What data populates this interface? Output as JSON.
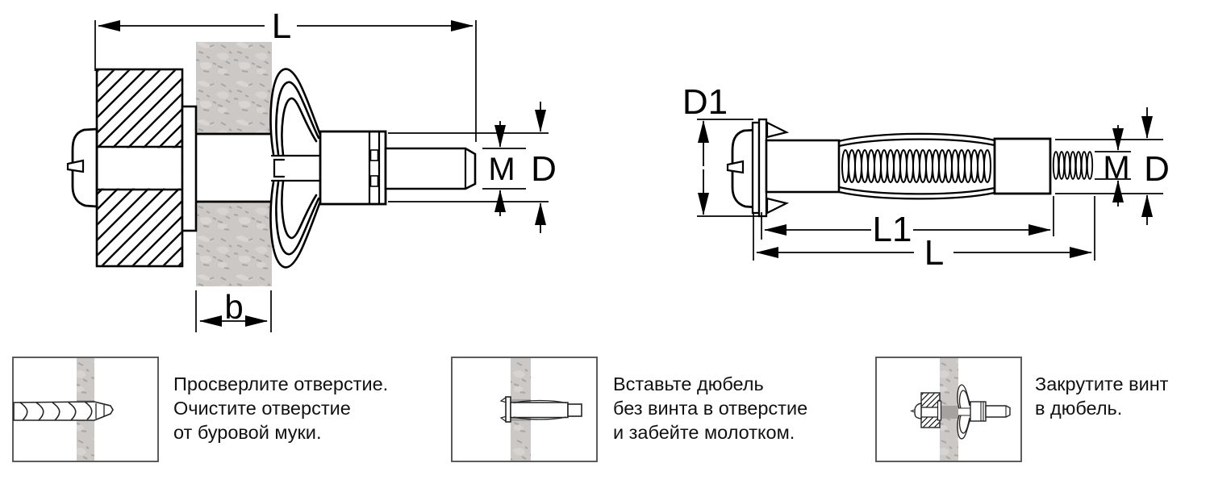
{
  "left_view": {
    "description": "anchor installed through wall, section view",
    "labels": {
      "L": "L",
      "M": "M",
      "D": "D",
      "b": "b"
    }
  },
  "right_view": {
    "description": "metal hollow-wall anchor with screw, side view",
    "labels": {
      "D1": "D1",
      "L1": "L1",
      "L": "L",
      "M": "M",
      "D": "D"
    }
  },
  "steps": [
    {
      "lines": [
        "Просверлите отверстие.",
        "Очистите отверстие",
        "от буровой муки."
      ]
    },
    {
      "lines": [
        "Вставьте дюбель",
        "без винта в отверстие",
        "и забейте молотком."
      ]
    },
    {
      "lines": [
        "Закрутите винт",
        "в дюбель."
      ]
    }
  ],
  "colors": {
    "line": "#000000",
    "wall_base": "#cbc8c5",
    "wall_light": "#d8d5d2",
    "wall_dark": "#a9a6a3",
    "hole_shadow": "#a5a2a0",
    "panel_border": "#4a4a4a",
    "text": "#111111",
    "background": "#ffffff"
  }
}
